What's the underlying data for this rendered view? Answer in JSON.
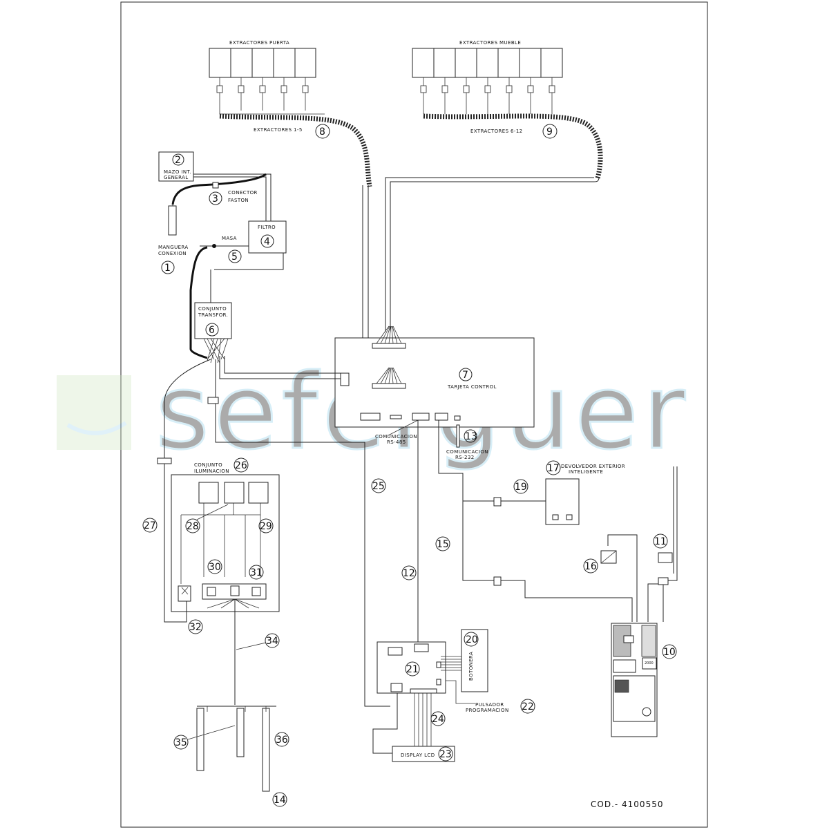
{
  "diagram": {
    "code": "COD.- 4100550",
    "watermark": "seferguer",
    "groups": {
      "extractores_puerta": "EXTRACTORES PUERTA",
      "extractores_mueble": "EXTRACTORES MUEBLE",
      "extractores_1_5": "EXTRACTORES 1-5",
      "extractores_6_12": "EXTRACTORES 6-12"
    },
    "labels": {
      "mazo_1": "MAZO INT.",
      "mazo_2": "GENERAL",
      "conector_1": "CONECTOR",
      "conector_2": "FASTON",
      "filtro": "FILTRO",
      "masa": "MASA",
      "manguera_1": "MANGUERA",
      "manguera_2": "CONEXION",
      "transfor_1": "CONJUNTO",
      "transfor_2": "TRANSFOR.",
      "tarjeta": "TARJETA CONTROL",
      "com485_1": "COMUNICACION",
      "com485_2": "RS-485",
      "com232_1": "COMUNICACION",
      "com232_2": "RS-232",
      "devolvedor_1": "DEVOLVEDOR EXTERIOR",
      "devolvedor_2": "INTELIGENTE",
      "iluminacion_1": "CONJUNTO",
      "iluminacion_2": "ILUMINACION",
      "botonera": "BOTONERA",
      "pulsador_1": "PULSADOR",
      "pulsador_2": "PROGRAMACION",
      "display": "DISPLAY LCD"
    },
    "numbers": {
      "n1": "1",
      "n2": "2",
      "n3": "3",
      "n4": "4",
      "n5": "5",
      "n6": "6",
      "n7": "7",
      "n8": "8",
      "n9": "9",
      "n10": "10",
      "n11": "11",
      "n12": "12",
      "n13": "13",
      "n14": "14",
      "n15": "15",
      "n16": "16",
      "n17": "17",
      "n19": "19",
      "n20": "20",
      "n21": "21",
      "n22": "22",
      "n23": "23",
      "n24": "24",
      "n25": "25",
      "n26": "26",
      "n27": "27",
      "n28": "28",
      "n29": "29",
      "n30": "30",
      "n31": "31",
      "n32": "32",
      "n34": "34",
      "n35": "35",
      "n36": "36"
    },
    "device_display": "2000"
  }
}
